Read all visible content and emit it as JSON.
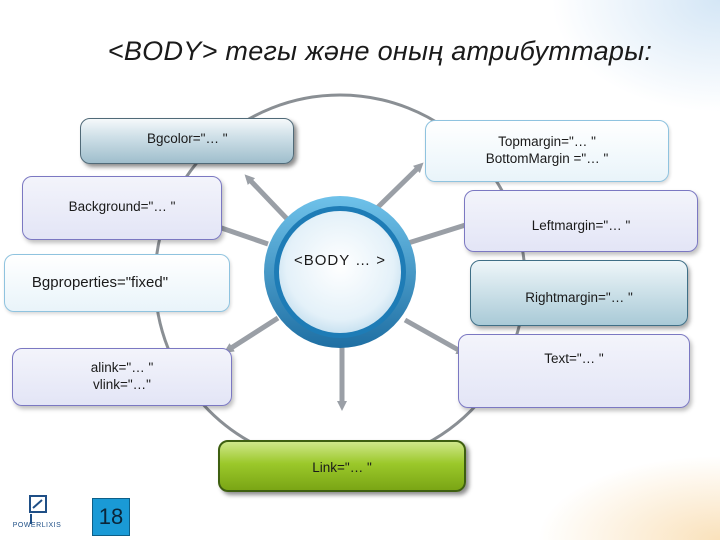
{
  "title": "<BODY> тегы және оның атрибуттары:",
  "center": {
    "label": "<BODY … >"
  },
  "boxes": {
    "bgcolor": {
      "label": "Bgcolor=\"… \""
    },
    "margins": {
      "line1": "Topmargin=\"… \"",
      "line2": "BottomMargin =\"… \""
    },
    "background": {
      "label": "Background=\"… \""
    },
    "leftmargin": {
      "label": "Leftmargin=\"… \""
    },
    "bgproperties": {
      "label": "Bgproperties=\"fixed\""
    },
    "rightmargin": {
      "label": "Rightmargin=\"… \""
    },
    "links": {
      "line1": "alink=\"… \"",
      "line2": "vlink=\"…\""
    },
    "text": {
      "label": "Text=\"… \""
    },
    "link": {
      "label": "Link=\"… \""
    }
  },
  "footer": {
    "page_number": "18",
    "logo_text": "POWERLIXIS"
  },
  "colors": {
    "arrow": "#9a9fa6",
    "ring": "#8a8f94",
    "center_fill": "#e9f3fa",
    "center_ring": "#2a8fc8",
    "accent_green": "#9bc82a",
    "page_badge": "#1a9ad6"
  },
  "icons": {
    "logo": "powerlixis-logo-icon"
  }
}
